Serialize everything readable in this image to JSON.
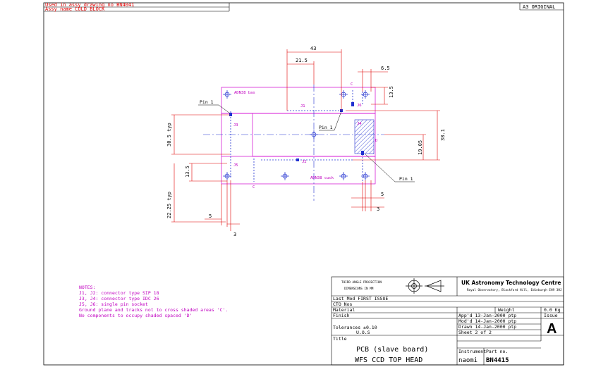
{
  "header": {
    "assy_drawing": "Used in assy drawing no  BN4041",
    "assy_name": "Assy name  COLD BLOCK",
    "paper_size": "A3 ORIGINAL"
  },
  "board": {
    "top_label": "ADN38 bas",
    "bottom_label": "ADN38 cuck",
    "refdes": {
      "j1": "J1",
      "j2": "J2",
      "j3": "J3",
      "j4": "J4",
      "j5": "J5",
      "j6": "J6"
    },
    "areas": {
      "c_top": "C",
      "c_bottom": "C",
      "d": "D"
    },
    "pin1_left": "Pin 1",
    "pin1_center": "Pin 1",
    "pin1_right": "Pin 1"
  },
  "dimensions": {
    "d43": "43",
    "d21_5": "21.5",
    "d6_5": "6.5",
    "d13_5_right": "13.5",
    "d38_1": "38.1",
    "d19_05": "19.05",
    "d30_5": "30.5 typ",
    "d13_5_left": "13.5",
    "d22_25": "22.25 typ",
    "d5_left": "5",
    "d3_left": "3",
    "d5_right": "5",
    "d3_right": "3"
  },
  "notes": {
    "heading": "NOTES:",
    "lines": [
      "J1, J2: connector type SIP 18",
      "J3, J4: connector type IDC 26",
      "J5, J6: single pin socket",
      "Ground plane and tracks not to cross shaded areas 'C'.",
      "No components to occupy shaded spaced 'D'"
    ]
  },
  "title_block": {
    "projection_line1": "THIRD ANGLE PROJECTION",
    "projection_line2": "DIMENSIONS IN MM",
    "org": "UK Astronomy Technology Centre",
    "org_sub": "Royal Observatory, Blackford Hill, Edinburgh EH9 3HJ",
    "last_mod": "Last Mod  FIRST ISSUE",
    "cto_nos": "CTO Nos",
    "material": "Material",
    "weight_label": "Weight",
    "weight_value": "0.0 Kg",
    "finish": "Finish",
    "appd": "App'd  13-Jan-2000  ptp",
    "issue_label": "Issue",
    "issue_value": "A",
    "tolerances": "Tolerances  ±0.10",
    "modd": "Mod'd  14-Jan-2000  ptp",
    "uos": "U.O.S",
    "drawn": "Drawn  14-Jan-2000  ptp",
    "title_label": "Title",
    "sheet": "Sheet  2  of  2",
    "title_line1": "PCB (slave board)",
    "title_line2": "WFS CCD TOP HEAD",
    "instrument_label": "Instrument",
    "instrument_value": "naomi",
    "part_label": "Part no.",
    "part_value": "BN4415"
  }
}
